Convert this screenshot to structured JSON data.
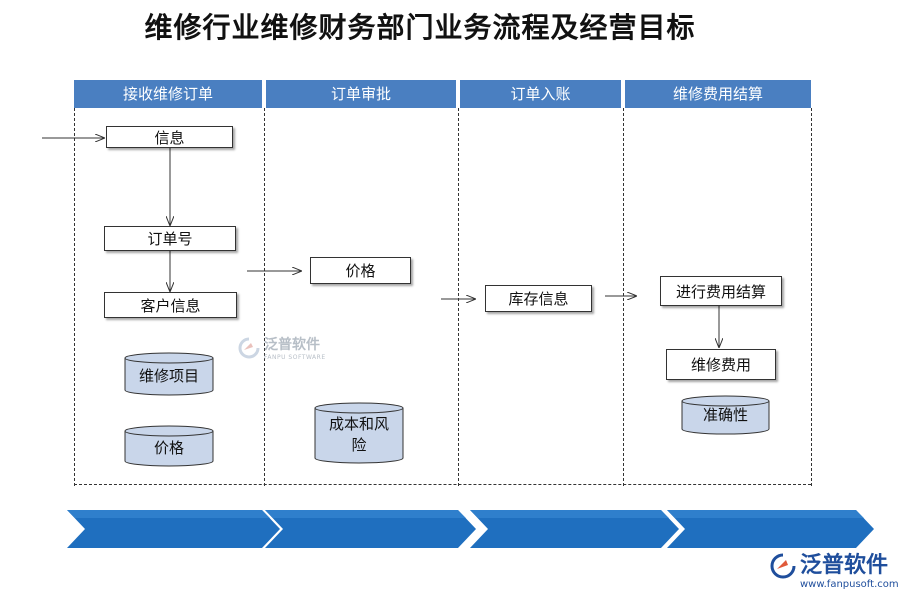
{
  "title": "维修行业维修财务部门业务流程及经营目标",
  "lanes": [
    {
      "label": "接收维修订单"
    },
    {
      "label": "订单审批"
    },
    {
      "label": "订单入账"
    },
    {
      "label": "维修费用结算"
    }
  ],
  "nodes": {
    "info": "信息",
    "order_no": "订单号",
    "customer_info": "客户信息",
    "repair_items": "维修项目",
    "price_lane1": "价格",
    "price_lane2": "价格",
    "cost_risk": "成本和风险",
    "inventory_info": "库存信息",
    "do_settlement": "进行费用结算",
    "repair_fee": "维修费用",
    "accuracy": "准确性"
  },
  "watermark": {
    "text": "泛普软件",
    "sub": "FANPU SOFTWARE"
  },
  "logo": {
    "text": "泛普软件",
    "url": "www.fanpusoft.com"
  },
  "colors": {
    "header": "#4a7fc1",
    "cylinder": "#c9d6ea",
    "chevron": "#1f6fbf"
  }
}
